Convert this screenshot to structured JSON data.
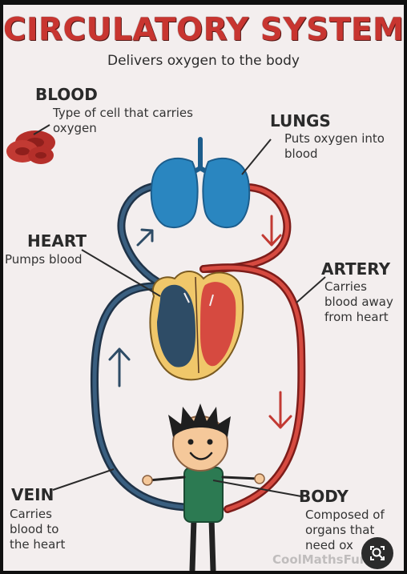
{
  "poster": {
    "title": "CIRCULATORY SYSTEM",
    "subtitle": "Delivers oxygen to the body"
  },
  "labels": {
    "blood": {
      "heading": "BLOOD",
      "description": "Type of cell that carries oxygen"
    },
    "lungs": {
      "heading": "LUNGS",
      "description": "Puts oxygen into blood"
    },
    "heart": {
      "heading": "HEART",
      "description": "Pumps blood"
    },
    "artery": {
      "heading": "ARTERY",
      "description": "Carries blood away from heart"
    },
    "vein": {
      "heading": "VEIN",
      "description": "Carries blood to the heart"
    },
    "body": {
      "heading": "BODY",
      "description": "Composed of organs that need ox"
    }
  },
  "watermark": "CoolMathsFun",
  "colors": {
    "title_red": "#c83530",
    "artery_red": "#c23a33",
    "vein_blue": "#2e4c66",
    "lung_blue": "#2a86c0",
    "shirt_green": "#2c7a52"
  },
  "icons": {
    "lens": "visual-search-icon"
  }
}
